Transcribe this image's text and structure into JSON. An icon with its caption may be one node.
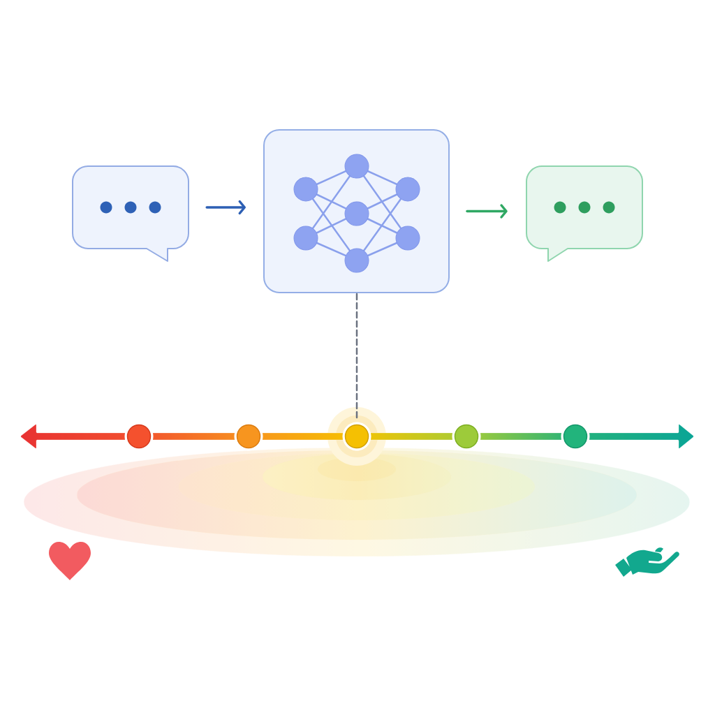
{
  "diagram": {
    "nodes": [
      {
        "text": [],
        "shape": "bubble"
      },
      {
        "text": [],
        "shape": "box"
      },
      {
        "text": [],
        "shape": "bubble"
      },
      {
        "text": [],
        "shape": "circle"
      },
      {
        "text": [],
        "shape": "circle"
      },
      {
        "text": [],
        "shape": "circle"
      },
      {
        "text": [],
        "shape": "circle"
      },
      {
        "text": [],
        "shape": "circle"
      }
    ],
    "edges": [
      {
        "from": 0,
        "to": 1,
        "arrow": "to",
        "color": "#2d5fb4"
      },
      {
        "from": 1,
        "to": 2,
        "arrow": "to",
        "color": "#2fa863"
      },
      {
        "from": 1,
        "to": 5,
        "arrow": "none",
        "style": "dashed",
        "color": "#6b7280"
      }
    ]
  }
}
